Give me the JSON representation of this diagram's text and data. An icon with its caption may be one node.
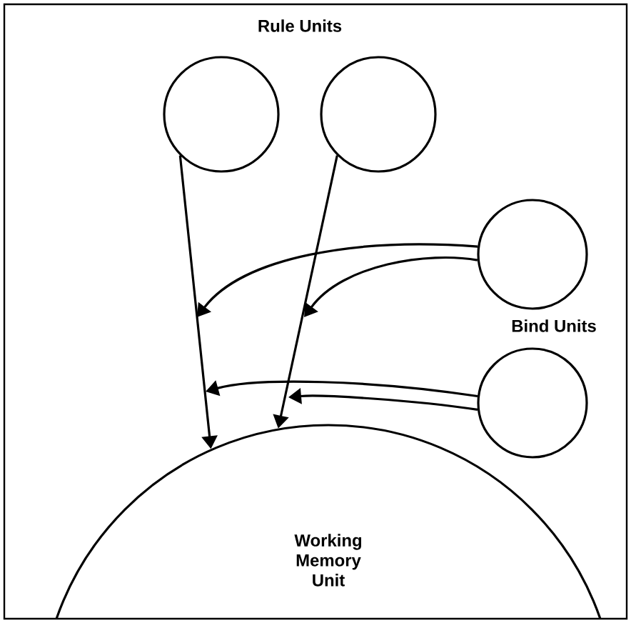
{
  "diagram": {
    "nodes": [
      {
        "text": [],
        "shape": "circle"
      },
      {
        "text": [],
        "shape": "circle"
      },
      {
        "text": [],
        "shape": "circle"
      },
      {
        "text": [],
        "shape": "circle"
      },
      {
        "text": [
          "Working Memory Unit"
        ]
      }
    ],
    "edges": [
      {
        "from": 0,
        "to": 4,
        "arrow": "to"
      },
      {
        "from": 1,
        "to": 4,
        "arrow": "to"
      },
      {
        "from": 2,
        "to": null,
        "arrow": "to"
      },
      {
        "from": 2,
        "to": null,
        "arrow": "to"
      },
      {
        "from": 3,
        "to": null,
        "arrow": "to"
      },
      {
        "from": 3,
        "to": null,
        "arrow": "to"
      }
    ],
    "labels": [
      "Rule Units",
      "Bind Units"
    ]
  }
}
